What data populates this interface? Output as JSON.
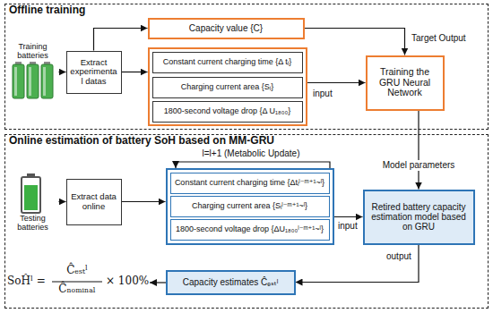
{
  "diagram": {
    "nodes": [
      {
        "text": [
          "Offline training"
        ]
      },
      {
        "text": [
          "Training batteries"
        ],
        "in": 0
      },
      {
        "text": [
          "Extract experimenta l datas"
        ],
        "in": 0
      },
      {
        "text": [
          "Capacity value {C}"
        ],
        "in": 0
      },
      {
        "text": [],
        "in": 0
      },
      {
        "text": [
          "Constant current charging time {Δ tᵢ}"
        ],
        "in": 4
      },
      {
        "text": [
          "Charging current area {Sᵢ}"
        ],
        "in": 4
      },
      {
        "text": [
          "1800-second voltage drop {Δ U₁₈₀₀}"
        ],
        "in": 4
      },
      {
        "text": [
          "Training the GRU Neural Network"
        ],
        "in": 0
      },
      {
        "text": [
          "Online estimation of battery SoH based on MM-GRU"
        ]
      },
      {
        "text": [
          "Testing batteries"
        ],
        "in": 9
      },
      {
        "text": [
          "Extract data online"
        ],
        "in": 9
      },
      {
        "text": [],
        "in": 9
      },
      {
        "text": [
          "Constant current charging time {Δtᵢˡ⁻ᵐ⁺¹~ˡ}"
        ],
        "in": 12
      },
      {
        "text": [
          "Charging current area {Sᵢˡ⁻ᵐ⁺¹~ˡ}"
        ],
        "in": 12
      },
      {
        "text": [
          "1800-second voltage drop {ΔU₁₈₀₀ˡ⁻ᵐ⁺¹~ˡ}"
        ],
        "in": 12
      },
      {
        "text": [
          "Retired battery capacity estimation model based on GRU"
        ],
        "in": 9
      },
      {
        "text": [
          "Capacity estimates Ĉₑₛₜˡ"
        ],
        "in": 9
      }
    ],
    "edges": [
      {
        "from": 1,
        "to": 2,
        "arrow": "to"
      },
      {
        "from": 2,
        "to": 3,
        "arrow": "to"
      },
      {
        "from": 2,
        "to": 4,
        "arrow": "to"
      },
      {
        "from": 3,
        "to": 8,
        "label": "Target Output",
        "arrow": "to"
      },
      {
        "from": 4,
        "to": 8,
        "label": "input",
        "arrow": "to"
      },
      {
        "from": 8,
        "to": 16,
        "label": "Model parameters",
        "arrow": "to"
      },
      {
        "from": 10,
        "to": 11,
        "arrow": "to"
      },
      {
        "from": 11,
        "to": 12,
        "arrow": "to"
      },
      {
        "from": 12,
        "to": 16,
        "label": "input",
        "arrow": "to"
      },
      {
        "from": 16,
        "to": 17,
        "label": "output",
        "arrow": "to"
      }
    ],
    "labels": [
      "l=l+1 (Metabolic Update)",
      "SoĤˡ =",
      "Ĉₑₛₜˡ",
      "Ĉₙₒₘᵢₙₐₗ",
      "× 100%"
    ]
  }
}
